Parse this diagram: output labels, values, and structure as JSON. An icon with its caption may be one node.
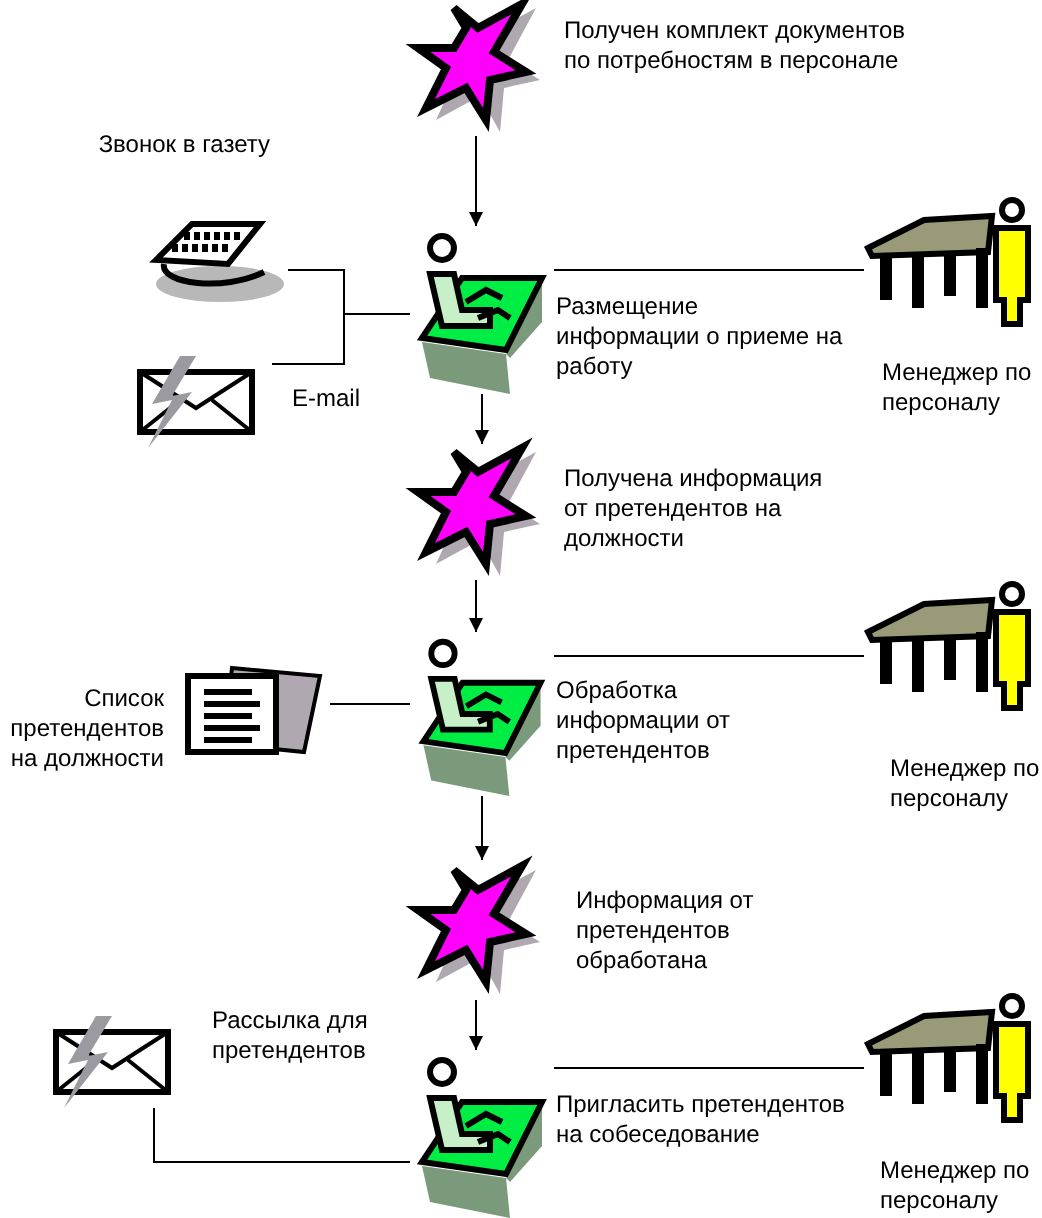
{
  "diagram": {
    "nodes": [
      {
        "text": [
          "Получен комплект документов по потребностям в персонале"
        ]
      },
      {
        "text": [
          "Звонок в газету"
        ]
      },
      {
        "text": [
          "Размещение информации о приеме на работу"
        ]
      },
      {
        "text": [
          "Менеджер по персоналу"
        ]
      },
      {
        "text": [
          "E-mail"
        ]
      },
      {
        "text": [
          "Получена информация от претендентов на должности"
        ]
      },
      {
        "text": [
          "Список претендентов на должности"
        ]
      },
      {
        "text": [
          "Обработка информации от претендентов"
        ]
      },
      {
        "text": [
          "Менеджер по персоналу"
        ]
      },
      {
        "text": [
          "Информация от претендентов обработана"
        ]
      },
      {
        "text": [
          "Рассылка для претендентов"
        ]
      },
      {
        "text": [
          "Пригласить претендентов на собеседование"
        ]
      },
      {
        "text": [
          "Менеджер по персоналу"
        ]
      }
    ],
    "edges": [
      {
        "from": 0,
        "to": 2,
        "arrow": "to"
      },
      {
        "from": 1,
        "to": 2,
        "arrow": "none"
      },
      {
        "from": 4,
        "to": 2,
        "arrow": "none"
      },
      {
        "from": 2,
        "to": 3,
        "arrow": "none"
      },
      {
        "from": 2,
        "to": 5,
        "arrow": "to"
      },
      {
        "from": 5,
        "to": 7,
        "arrow": "to"
      },
      {
        "from": 6,
        "to": 7,
        "arrow": "none"
      },
      {
        "from": 7,
        "to": 8,
        "arrow": "none"
      },
      {
        "from": 7,
        "to": 9,
        "arrow": "to"
      },
      {
        "from": 9,
        "to": 11,
        "arrow": "to"
      },
      {
        "from": 10,
        "to": 11,
        "arrow": "none"
      },
      {
        "from": 11,
        "to": 12,
        "arrow": "none"
      }
    ]
  }
}
